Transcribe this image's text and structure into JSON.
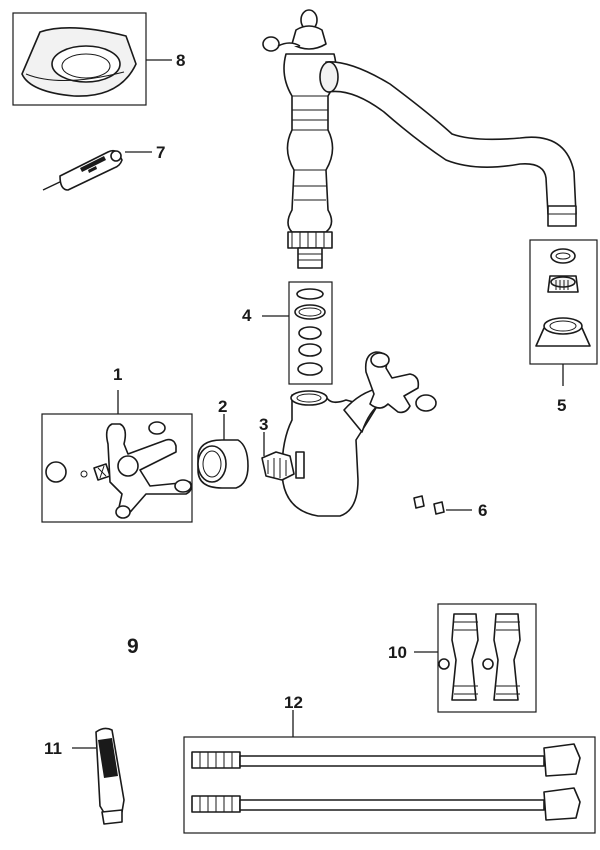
{
  "diagram": {
    "title": "",
    "callouts": [
      {
        "id": "1",
        "label": "1"
      },
      {
        "id": "2",
        "label": "2"
      },
      {
        "id": "3",
        "label": "3"
      },
      {
        "id": "4",
        "label": "4"
      },
      {
        "id": "5",
        "label": "5"
      },
      {
        "id": "6",
        "label": "6"
      },
      {
        "id": "7",
        "label": "7"
      },
      {
        "id": "8",
        "label": "8"
      },
      {
        "id": "9",
        "label": "9"
      },
      {
        "id": "10",
        "label": "10"
      },
      {
        "id": "11",
        "label": "11"
      },
      {
        "id": "12",
        "label": "12"
      }
    ],
    "parts": [
      "faucet-body",
      "swan-neck-spout",
      "cross-handle-assembly",
      "escutcheon-ring",
      "ceramic-cartridge",
      "o-ring-seal-set",
      "aerator-set",
      "grub-screws",
      "allen-key-tool",
      "mounting-washer",
      "isolation-valves",
      "sealant-tube",
      "flexible-hoses"
    ]
  }
}
